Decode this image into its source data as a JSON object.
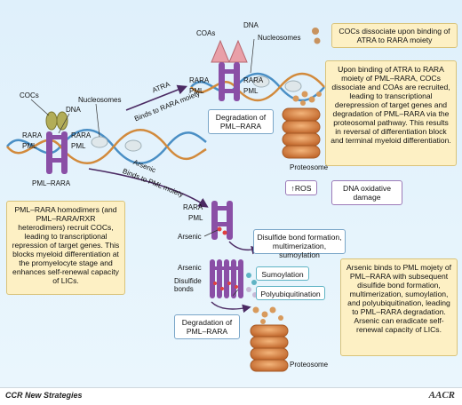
{
  "colors": {
    "background": "#e4f3fc",
    "yellow_box": "#fdf0c4",
    "purple": "#8a4fa6",
    "olive": "#b2ad58",
    "pink": "#e9a0a8",
    "proteasome": "#d98a4c",
    "dna_blue": "#4a8fc5",
    "dna_orange": "#d28a3c"
  },
  "labels": {
    "cocs_left": "COCs",
    "dna_left": "DNA",
    "nucleosomes_left": "Nucleosomes",
    "rara_left": "RARA",
    "pml_left": "PML",
    "rara_left_b": "RARA",
    "pml_left_b": "PML",
    "pml_rara_left": "PML–RARA",
    "coas_top": "COAs",
    "dna_top": "DNA",
    "nucleosomes_top": "Nucleosomes",
    "rara_top": "RARA",
    "pml_top": "PML",
    "rara_top_b": "RARA",
    "pml_top_b": "PML",
    "atra_arrow": "ATRA",
    "atra_arrow_sub": "Binds to RARA moiety",
    "arsenic_arrow": "Arsenic",
    "arsenic_arrow_sub": "Binds to PML moiety",
    "rara_mid": "RARA",
    "pml_mid": "PML",
    "arsenic_mid": "Arsenic",
    "arsenic_low": "Arsenic",
    "disulfide_bonds": "Disulfide\nbonds",
    "proteosome_top": "Proteosome",
    "proteosome_bottom": "Proteosome"
  },
  "boxes": {
    "cocs_dissociate": "COCs dissociate upon binding of ATRA to RARA moiety",
    "atra_explanation": "Upon binding of ATRA to RARA moiety of PML–RARA, COCs dissociate and COAs are recruited, leading to transcriptional derepression of target genes and degradation of PML–RARA via the proteosomal pathway. This results in reversal of differentiation block and terminal myeloid differentiation.",
    "degradation_top": "Degradation of PML–RARA",
    "ros": "↑ROS",
    "dna_damage": "DNA oxidative damage",
    "homodimers": "PML–RARA homodimers (and PML–RARA/RXR heterodimers) recruit COCs, leading to transcriptional repression of target genes. This blocks myeloid differentiation at the promyelocyte stage and enhances self-renewal capacity of LICs.",
    "disulfide_formation": "Disulfide bond formation, multimerization, sumoylation",
    "sumoylation": "Sumoylation",
    "polyubiquitination": "Polyubiquitination",
    "arsenic_explanation": "Arsenic binds to PML mojety of PML–RARA with subsequent disulfide bond formation, multimerization, sumoylation, and polyubiquitination, leading to PML–RARA degradation. Arsenic can eradicate self-renewal capacity of LICs.",
    "degradation_bottom": "Degradation of PML–RARA"
  },
  "footer": {
    "brand": "CCR New Strategies",
    "logo": "AACR"
  }
}
